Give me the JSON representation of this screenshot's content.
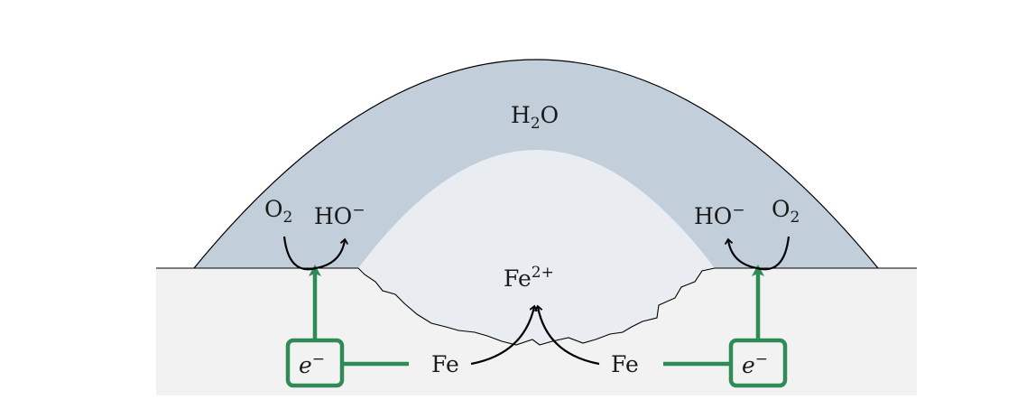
{
  "labels": {
    "water": {
      "base": "H",
      "sub": "2",
      "rest": "O"
    },
    "oxygen_left": {
      "base": "O",
      "sub": "2"
    },
    "hydroxide_left": {
      "base": "HO",
      "sup": "−"
    },
    "hydroxide_right": {
      "base": "HO",
      "sup": "−"
    },
    "oxygen_right": {
      "base": "O",
      "sub": "2"
    },
    "iron_ion": {
      "base": "Fe",
      "sup": "2+"
    },
    "iron_left": "Fe",
    "iron_right": "Fe",
    "electron_left": {
      "base": "e",
      "sup": "−"
    },
    "electron_right": {
      "base": "e",
      "sup": "−"
    }
  },
  "colors": {
    "droplet_outer": "#c2ced9",
    "droplet_inner": "#e9edf2",
    "metal": "#f2f2f2",
    "electron_path": "#2e8b57",
    "outline": "#000000"
  }
}
